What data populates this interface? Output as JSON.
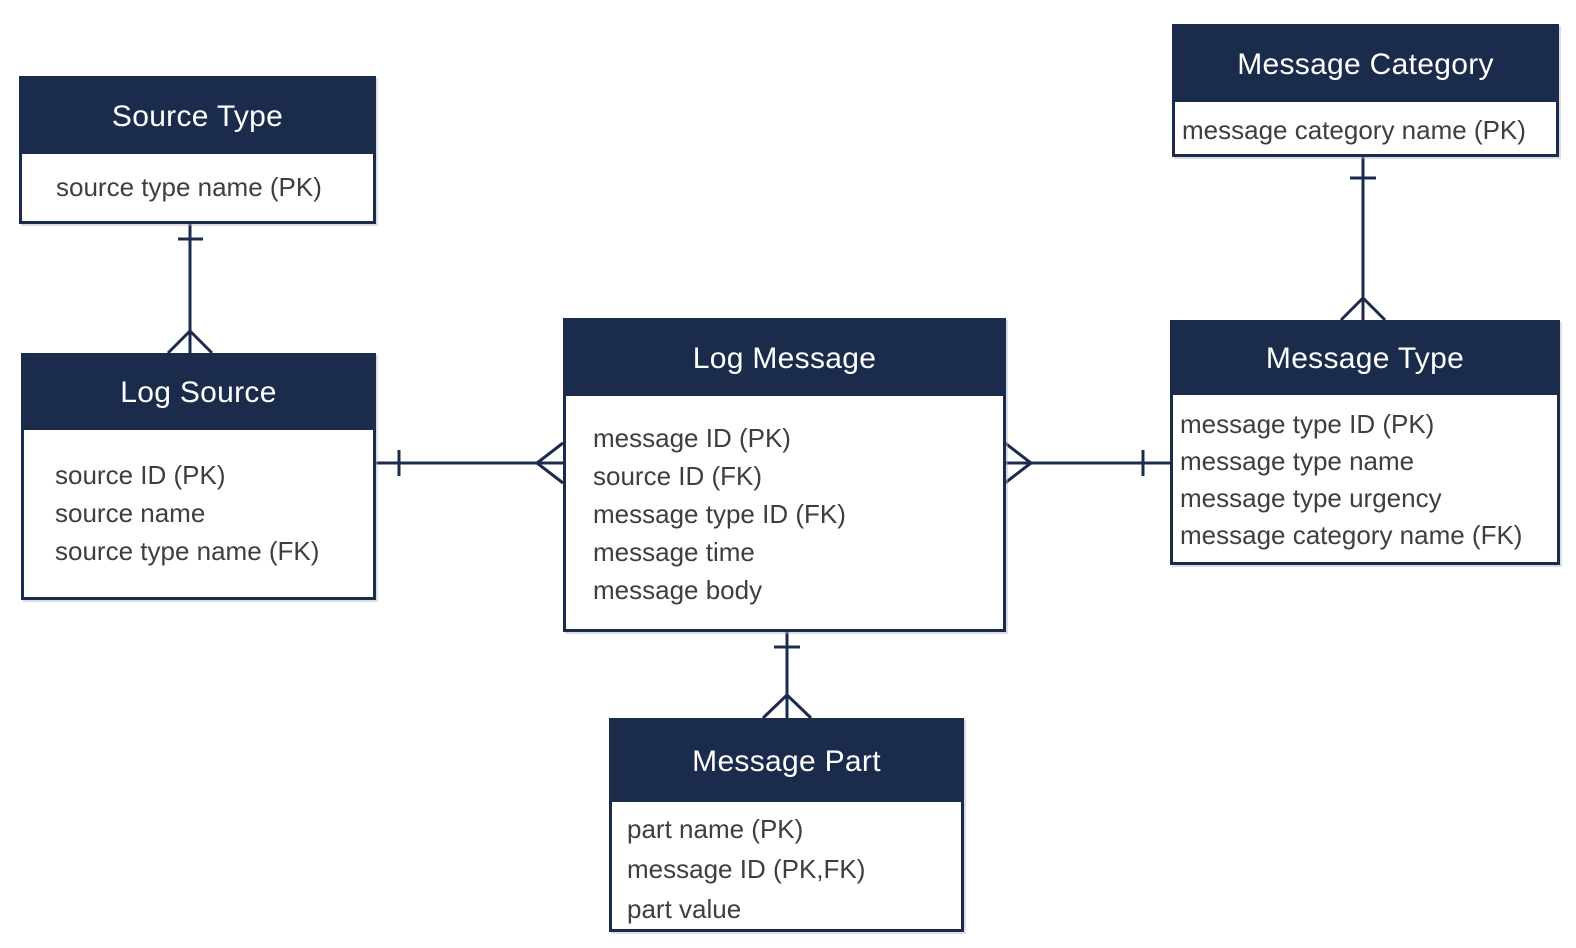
{
  "diagram_type": "entity-relationship-diagram",
  "colors": {
    "navy": "#1b2b4c",
    "header_text": "#ffffff",
    "attribute_text": "#3e3e3e",
    "background": "#ffffff"
  },
  "entities": {
    "source_type": {
      "title": "Source Type",
      "attributes": [
        "source type name (PK)"
      ]
    },
    "log_source": {
      "title": "Log Source",
      "attributes": [
        "source ID (PK)",
        "source name",
        "source type name (FK)"
      ]
    },
    "log_message": {
      "title": "Log Message",
      "attributes": [
        "message ID (PK)",
        "source ID (FK)",
        "message type ID (FK)",
        "message time",
        "message body"
      ]
    },
    "message_category": {
      "title": "Message Category",
      "attributes": [
        "message category name (PK)"
      ]
    },
    "message_type": {
      "title": "Message Type",
      "attributes": [
        "message type ID (PK)",
        "message type name",
        "message type urgency",
        "message category name (FK)"
      ]
    },
    "message_part": {
      "title": "Message Part",
      "attributes": [
        "part name (PK)",
        "message ID (PK,FK)",
        "part value"
      ]
    }
  },
  "relationships": [
    {
      "from": "Source Type",
      "to": "Log Source",
      "from_cardinality": "one",
      "to_cardinality": "many",
      "notation": "crows-foot"
    },
    {
      "from": "Log Source",
      "to": "Log Message",
      "from_cardinality": "one",
      "to_cardinality": "many",
      "notation": "crows-foot"
    },
    {
      "from": "Message Type",
      "to": "Log Message",
      "from_cardinality": "one",
      "to_cardinality": "many",
      "notation": "crows-foot"
    },
    {
      "from": "Message Category",
      "to": "Message Type",
      "from_cardinality": "one",
      "to_cardinality": "many",
      "notation": "crows-foot"
    },
    {
      "from": "Log Message",
      "to": "Message Part",
      "from_cardinality": "one",
      "to_cardinality": "many",
      "notation": "crows-foot"
    }
  ]
}
